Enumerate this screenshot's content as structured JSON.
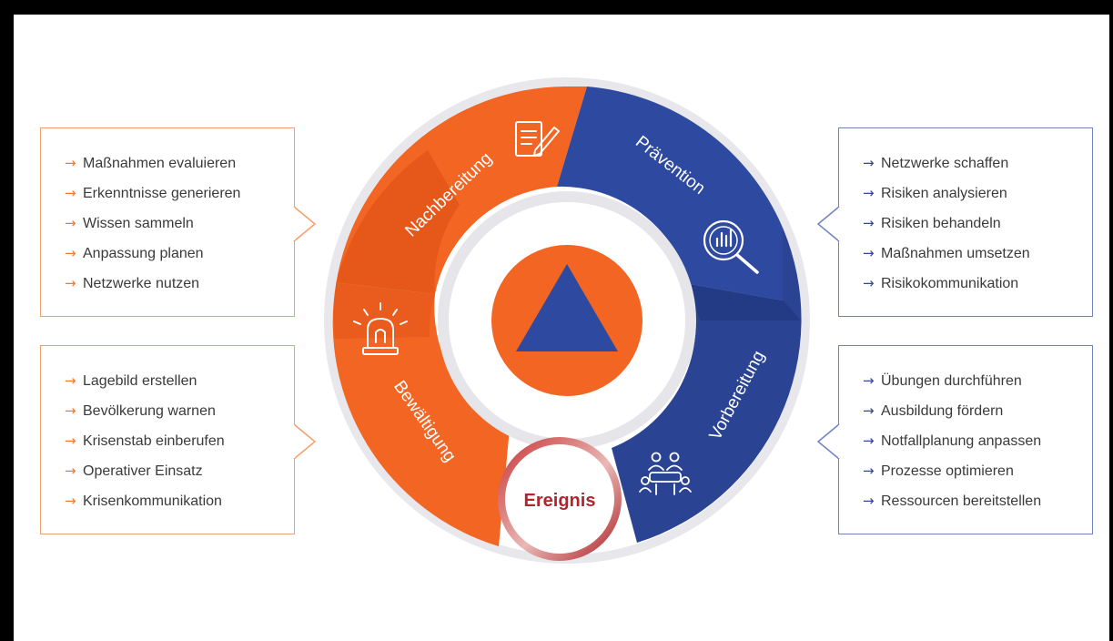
{
  "colors": {
    "orange": "#F26522",
    "orange_dark": "#D9480F",
    "blue": "#2E4AA0",
    "blue_dark": "#24397F",
    "ring_grey": "#E6E6EA",
    "event_red": "#B0262B",
    "box_orange_border": "#F5A06A",
    "box_blue_border": "#6F83C0"
  },
  "cycle": {
    "phases": {
      "nachbereitung": {
        "label": "Nachbereitung",
        "icon": "document-pencil-icon"
      },
      "praevention": {
        "label": "Prävention",
        "icon": "magnifier-chart-icon"
      },
      "vorbereitung": {
        "label": "Vorbereitung",
        "icon": "meeting-table-icon"
      },
      "bewaeltigung": {
        "label": "Bewältigung",
        "icon": "siren-light-icon"
      }
    },
    "event_label": "Ereignis",
    "center_icon": "civil-protection-triangle-icon"
  },
  "boxes": {
    "nachbereitung": {
      "items": [
        "Maßnahmen evaluieren",
        "Erkenntnisse generieren",
        "Wissen sammeln",
        "Anpassung planen",
        "Netzwerke nutzen"
      ]
    },
    "bewaeltigung": {
      "items": [
        "Lagebild erstellen",
        "Bevölkerung warnen",
        "Krisenstab einberufen",
        "Operativer Einsatz",
        "Krisenkommunikation"
      ]
    },
    "praevention": {
      "items": [
        "Netzwerke schaffen",
        "Risiken analysieren",
        "Risiken behandeln",
        "Maßnahmen umsetzen",
        "Risikokommunikation"
      ]
    },
    "vorbereitung": {
      "items": [
        "Übungen durchführen",
        "Ausbildung fördern",
        "Notfallplanung anpassen",
        "Prozesse optimieren",
        "Ressourcen bereitstellen"
      ]
    }
  },
  "arrow_glyph": "→"
}
